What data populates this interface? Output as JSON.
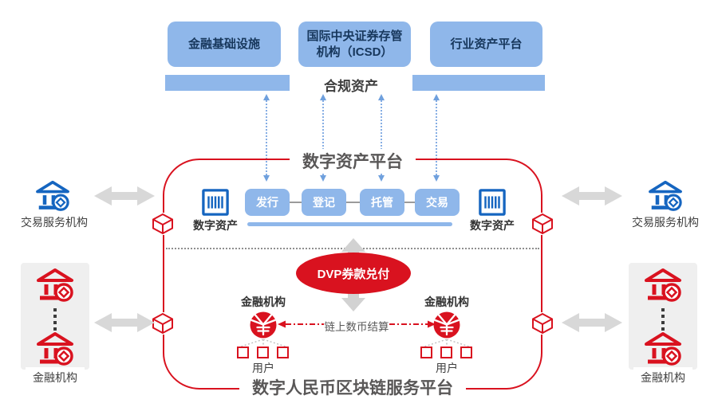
{
  "colors": {
    "light_blue": "#8FB7EA",
    "dark_navy_text": "#17375C",
    "red": "#D9121F",
    "blue_icon": "#1565C0",
    "gray_arrow": "#D8D8D8",
    "gray_box": "#EFEFEF",
    "title_gray": "#595757"
  },
  "top_section": {
    "boxes": [
      {
        "label": "金融基础设施"
      },
      {
        "label": "国际中央证券存管机构（ICSD）"
      },
      {
        "label": "行业资产平台"
      }
    ],
    "compliant_assets_label": "合规资产"
  },
  "asset_platform": {
    "title": "数字资产平台",
    "digital_asset_label": "数字资产",
    "process_steps": [
      "发行",
      "登记",
      "托管",
      "交易"
    ]
  },
  "rmb_platform": {
    "title": "数字人民币区块链服务平台",
    "dvp_label": "DVP券款兑付",
    "settlement_label": "链上数币结算",
    "financial_institution_label": "金融机构",
    "users_label": "用户"
  },
  "sides": {
    "trading_service_label": "交易服务机构",
    "financial_institution_label": "金融机构"
  },
  "icons": {
    "bank": "bank-icon",
    "digital_asset": "barcode-icon",
    "blockchain_node": "cube-icon",
    "digital_yuan": "yuan-coin-icon",
    "flow_arrow": "double-arrow-icon"
  }
}
